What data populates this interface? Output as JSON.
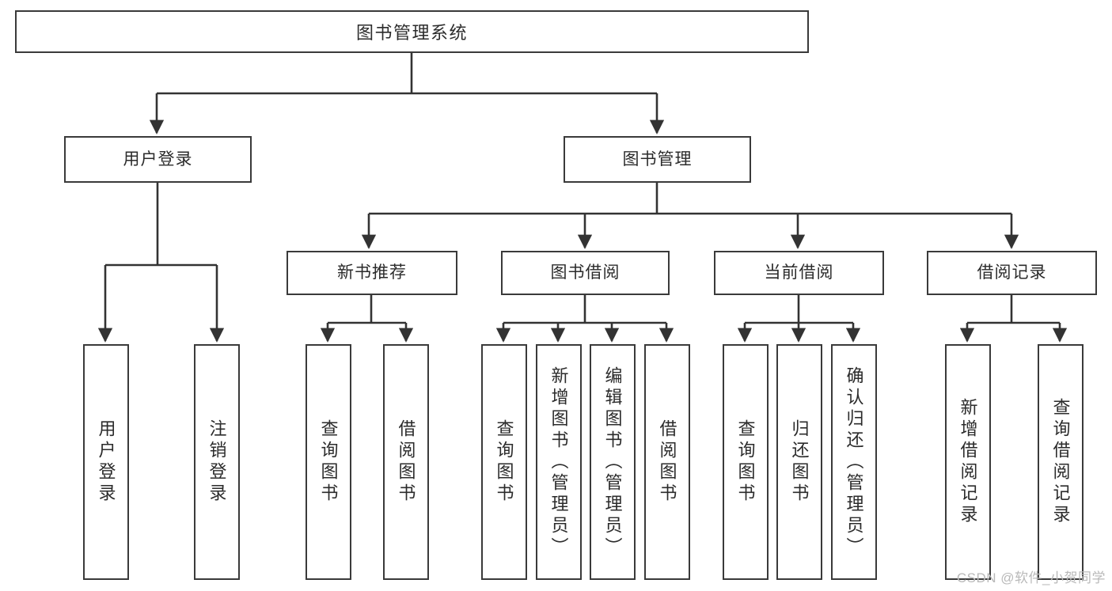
{
  "diagram": {
    "title": "图书管理系统",
    "type": "tree",
    "watermark": "CSDN @软件_小贺同学",
    "colors": {
      "box_border": "#3a3a3a",
      "box_fill": "#ffffff",
      "line": "#333333",
      "text": "#2b2b2b",
      "watermark": "#b9b9b9",
      "background": "#ffffff"
    },
    "root": {
      "label": "图书管理系统"
    },
    "level2": [
      {
        "label": "用户登录"
      },
      {
        "label": "图书管理"
      }
    ],
    "level3": [
      {
        "label": "新书推荐"
      },
      {
        "label": "图书借阅"
      },
      {
        "label": "当前借阅"
      },
      {
        "label": "借阅记录"
      }
    ],
    "leaves": {
      "user_login": [
        {
          "label": "用户登录"
        },
        {
          "label": "注销登录"
        }
      ],
      "new_book_recommend": [
        {
          "label": "查询图书"
        },
        {
          "label": "借阅图书"
        }
      ],
      "book_borrow": [
        {
          "label": "查询图书"
        },
        {
          "label": "新增图书（管理员）"
        },
        {
          "label": "编辑图书（管理员）"
        },
        {
          "label": "借阅图书"
        }
      ],
      "current_borrow": [
        {
          "label": "查询图书"
        },
        {
          "label": "归还图书"
        },
        {
          "label": "确认归还（管理员）"
        }
      ],
      "borrow_record": [
        {
          "label": "新增借阅记录"
        },
        {
          "label": "查询借阅记录"
        }
      ]
    }
  }
}
